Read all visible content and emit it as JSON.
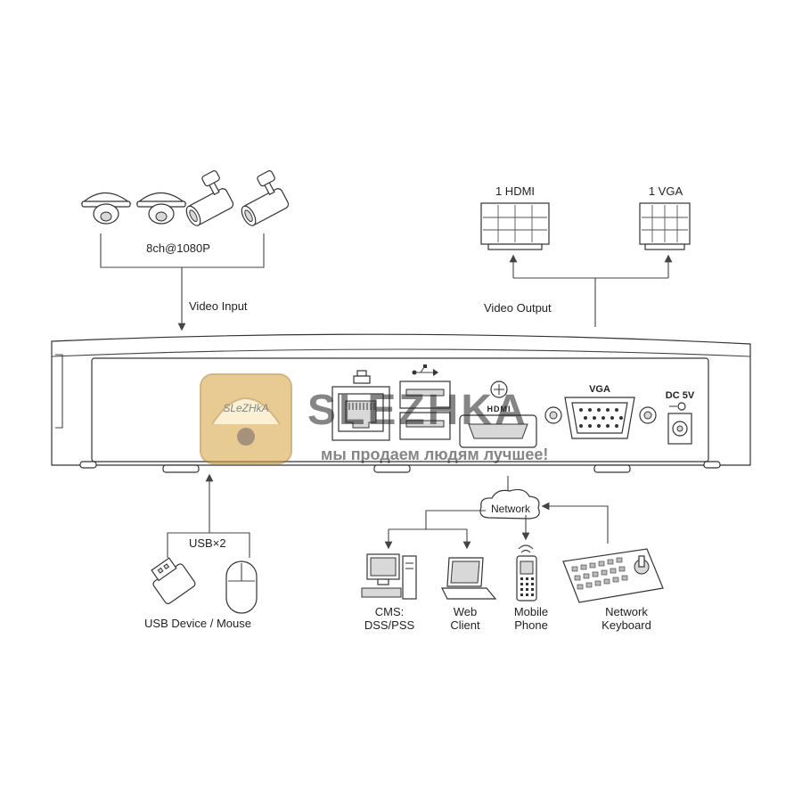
{
  "inputs": {
    "cameras_label": "8ch@1080P",
    "video_input_label": "Video Input"
  },
  "outputs": {
    "hdmi_label": "1 HDMI",
    "vga_label": "1 VGA",
    "video_output_label": "Video Output"
  },
  "panel": {
    "vga_port_label": "VGA",
    "power_label": "DC 5V",
    "hdmi_port_label": "HDMI"
  },
  "usb": {
    "usb_count_label": "USB×2",
    "usb_devices_label": "USB Device / Mouse"
  },
  "network": {
    "cloud_label": "Network",
    "cms_line1": "CMS:",
    "cms_line2": "DSS/PSS",
    "web_line1": "Web",
    "web_line2": "Client",
    "mobile_line1": "Mobile",
    "mobile_line2": "Phone",
    "keyboard_line1": "Network",
    "keyboard_line2": "Keyboard"
  },
  "watermark": {
    "logo_text": "SLeZHkA",
    "brand_text": "SLEZHKA",
    "slogan_text": "мы продаем людям лучшее!"
  },
  "colors": {
    "line": "#444444",
    "watermark_gold": "#d6a13a",
    "watermark_blue": "#7fb6dd"
  }
}
